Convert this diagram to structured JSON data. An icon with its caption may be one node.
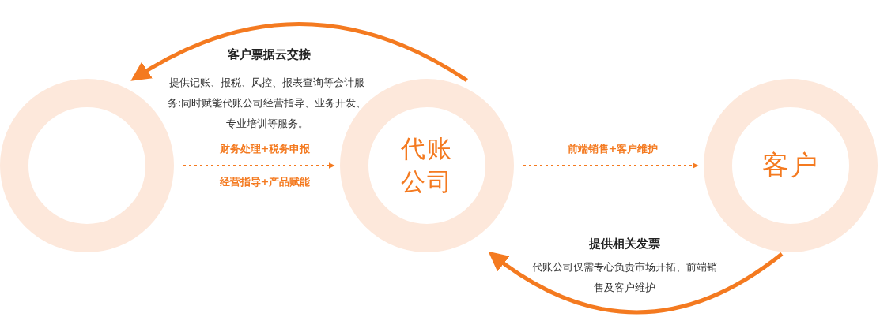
{
  "diagram": {
    "nodes": [
      {
        "text": [],
        "shape": "circle"
      },
      {
        "text": [
          "代账公司"
        ]
      },
      {
        "text": [
          "客户"
        ]
      }
    ],
    "edges": [
      {
        "from": 1,
        "to": 0,
        "arrow": "to",
        "label": "客户票据云交接",
        "style": "thick"
      },
      {
        "from": 0,
        "to": 1,
        "arrow": "to",
        "label": "财务处理+税务申报",
        "style": "dashed"
      },
      {
        "from": 1,
        "to": 2,
        "arrow": "to",
        "label": "前端销售+客户维护",
        "style": "dashed"
      },
      {
        "from": 2,
        "to": 1,
        "arrow": "to",
        "label": "提供相关发票",
        "style": "thick"
      }
    ],
    "labels": [
      "提供记账、报税、风控、报表查询等会计服务;同时赋能代账公司经营指导、业务开发、专业培训等服务。",
      "经营指导+产品赋能",
      "代账公司仅需专心负责市场开拓、前端销售及客户维护"
    ]
  }
}
